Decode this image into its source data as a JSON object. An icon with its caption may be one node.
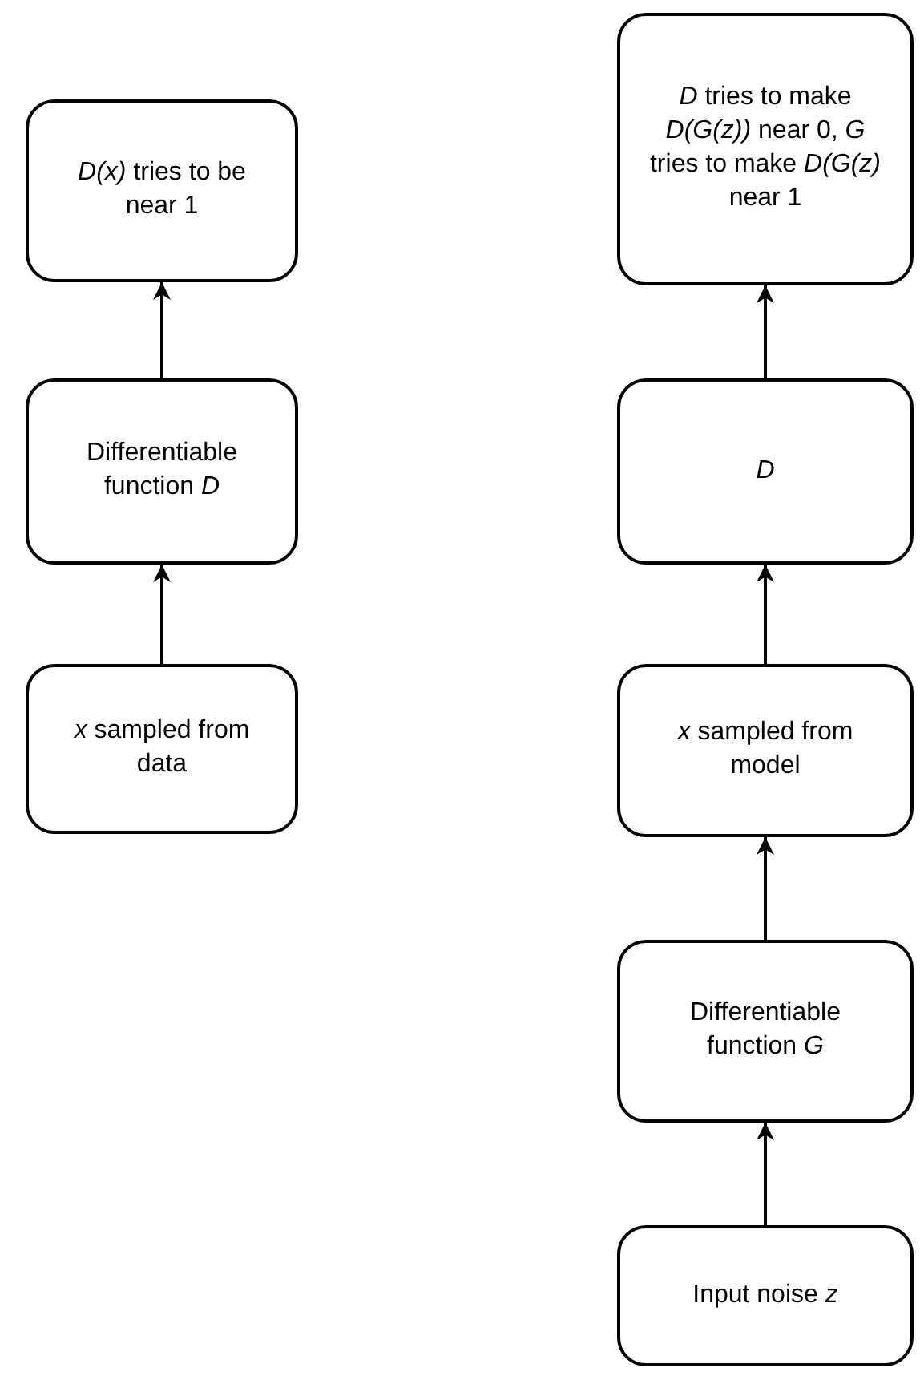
{
  "diagram": {
    "nodes": [
      {
        "text": [
          "*D(x)* tries to be near 1"
        ]
      },
      {
        "text": [
          "Differentiable function *D*"
        ]
      },
      {
        "text": [
          "*x* sampled from data"
        ]
      },
      {
        "text": [
          "*D* tries to make *D(G(z))* near 0, *G* tries to make *D(G(z)* near 1"
        ]
      },
      {
        "text": [
          "*D*"
        ]
      },
      {
        "text": [
          "*x* sampled from model"
        ]
      },
      {
        "text": [
          "Differentiable function *G*"
        ]
      },
      {
        "text": [
          "Input noise *z*"
        ]
      }
    ],
    "edges": [
      {
        "from": 2,
        "to": 1,
        "arrow": "to"
      },
      {
        "from": 1,
        "to": 0,
        "arrow": "to"
      },
      {
        "from": 7,
        "to": 6,
        "arrow": "to"
      },
      {
        "from": 6,
        "to": 5,
        "arrow": "to"
      },
      {
        "from": 5,
        "to": 4,
        "arrow": "to"
      },
      {
        "from": 4,
        "to": 3,
        "arrow": "to"
      }
    ]
  }
}
